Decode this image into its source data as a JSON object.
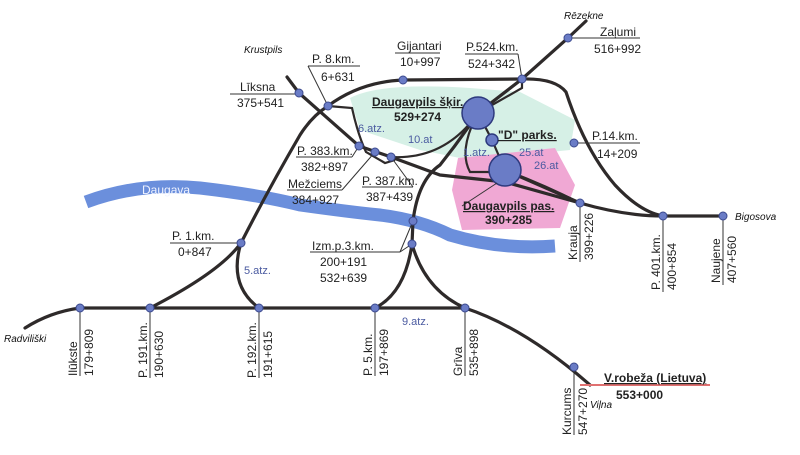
{
  "river": {
    "name": "Daugava",
    "color": "#6b8fdc"
  },
  "directions": {
    "krustpils": "Krustpils",
    "rezekne": "Rēzekne",
    "bigosova": "Bigosova",
    "radviliski": "Radviliški",
    "vilna": "Viļna"
  },
  "stations": {
    "liksna": {
      "name": "Līksna",
      "km": "375+541"
    },
    "p8": {
      "name": "P. 8.km.",
      "km": "6+631"
    },
    "gijantari": {
      "name": "Gijantari",
      "km": "10+997"
    },
    "p524": {
      "name": "P.524.km.",
      "km": "524+342"
    },
    "zalumi": {
      "name": "Zaļumi",
      "km": "516+992"
    },
    "skir": {
      "name": "Daugavpils šķir.",
      "km": "529+274"
    },
    "dparks": {
      "name": "\"D\" parks."
    },
    "pas": {
      "name": "Daugavpils pas.",
      "km": "390+285"
    },
    "p14": {
      "name": "P.14.km.",
      "km": "14+209"
    },
    "p383": {
      "name": "P. 383.km.",
      "km": "382+897"
    },
    "mezciems": {
      "name": "Mežciems",
      "km": "384+927"
    },
    "p387": {
      "name": "P. 387.km.",
      "km": "387+439"
    },
    "krauja": {
      "name": "Krauja",
      "km": "399+226"
    },
    "p401": {
      "name": "P. 401.km.",
      "km": "400+854"
    },
    "naujene": {
      "name": "Naujene",
      "km": "407+560"
    },
    "p1": {
      "name": "P. 1.km.",
      "km": "0+847"
    },
    "izm": {
      "name": "Izm.p.3.km.",
      "km": "200+191",
      "km2": "532+639"
    },
    "ilukste": {
      "name": "Ilūkste",
      "km": "179+809"
    },
    "p191": {
      "name": "P. 191.km.",
      "km": "190+630"
    },
    "p192": {
      "name": "P. 192.km.",
      "km": "191+615"
    },
    "p5": {
      "name": "P. 5.km.",
      "km": "197+869"
    },
    "griva": {
      "name": "Grīva",
      "km": "535+898"
    },
    "kurcums": {
      "name": "Kurcums",
      "km": "547+270"
    },
    "border": {
      "name": "V.robeža (Lietuva)",
      "km": "553+000"
    }
  },
  "sidings": {
    "a6": "6.atz.",
    "a10": "10.at",
    "a1": "1.atz.",
    "a25": "25.at",
    "a26": "26.at",
    "a5": "5.atz.",
    "a9": "9.atz."
  },
  "colors": {
    "pas_zone": "#f0a8d4",
    "skir_zone": "#d6f0e6",
    "border_line": "#e07070"
  }
}
